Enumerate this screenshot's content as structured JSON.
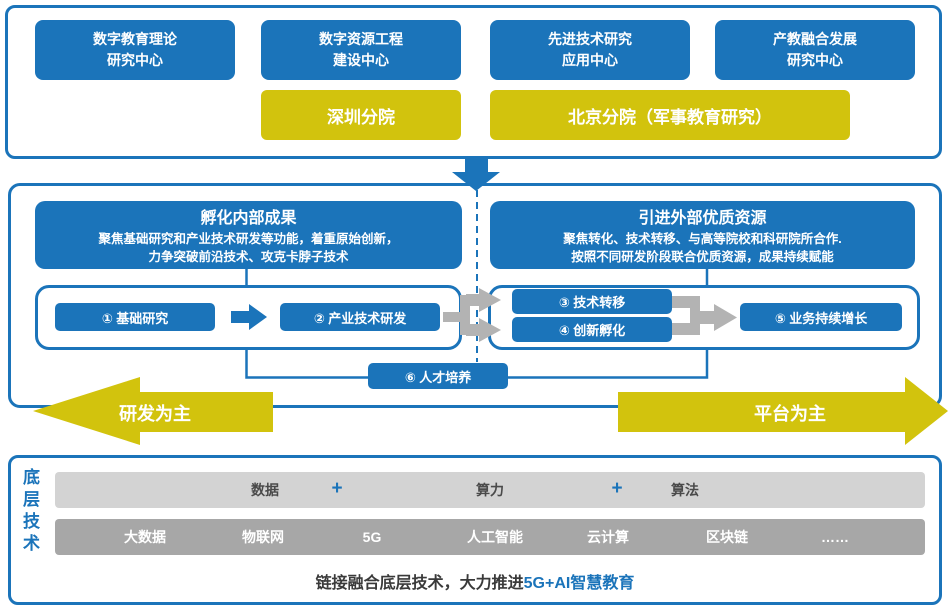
{
  "colors": {
    "blue": "#1b74ba",
    "yellow": "#d2c30d",
    "gray_arrow": "#b3b3b3",
    "bar_light": "#d3d3d3",
    "bar_dark": "#a7a7a7"
  },
  "top_panel": {
    "centers": [
      {
        "label": "数字教育理论\n研究中心"
      },
      {
        "label": "数字资源工程\n建设中心"
      },
      {
        "label": "先进技术研究\n应用中心"
      },
      {
        "label": "产教融合发展\n研究中心"
      }
    ],
    "branches": [
      {
        "label": "深圳分院"
      },
      {
        "label": "北京分院（军事教育研究）"
      }
    ]
  },
  "middle_panel": {
    "left_header": {
      "title": "孵化内部成果",
      "desc": "聚焦基础研究和产业技术研发等功能，着重原始创新，\n力争突破前沿技术、攻克卡脖子技术"
    },
    "right_header": {
      "title": "引进外部优质资源",
      "desc": "聚焦转化、技术转移、与高等院校和科研院所合作.\n按照不同研发阶段联合优质资源，成果持续赋能"
    },
    "steps": {
      "s1": "① 基础研究",
      "s2": "② 产业技术研发",
      "s3": "③ 技术转移",
      "s4": "④ 创新孵化",
      "s5": "⑤ 业务持续增长",
      "s6": "⑥ 人才培养"
    },
    "left_arrow_label": "研发为主",
    "right_arrow_label": "平台为主"
  },
  "bottom_panel": {
    "side_label": "底层技术",
    "layer1": [
      "数据",
      "+",
      "算力",
      "+",
      "算法"
    ],
    "layer2": [
      "大数据",
      "物联网",
      "5G",
      "人工智能",
      "云计算",
      "区块链",
      "……"
    ],
    "footer": {
      "prefix": "链接融合底层技术，大力推进",
      "highlight": "5G+AI智慧教育"
    }
  }
}
